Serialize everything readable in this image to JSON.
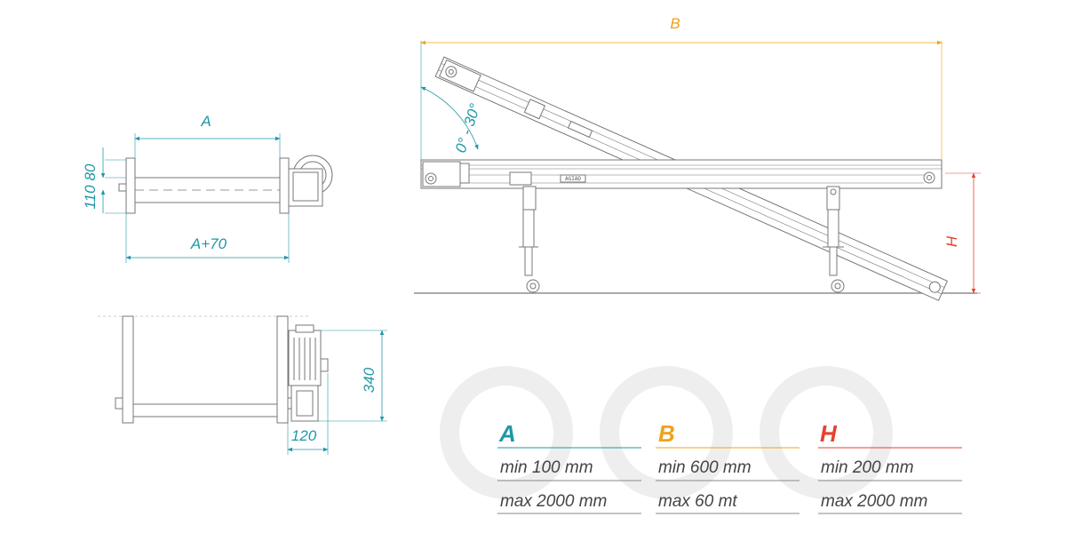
{
  "colors": {
    "teal": "#1f98a6",
    "orange": "#f0a21c",
    "red": "#e8402e",
    "line": "#777777",
    "ring": "#eeeeee"
  },
  "dimensions": {
    "A": "A",
    "A70": "A+70",
    "h80": "80",
    "h110": "110",
    "h340": "340",
    "w120": "120",
    "B": "B",
    "H": "H",
    "angle": "0° - 30°"
  },
  "plate_text": "AGIAD",
  "specs": [
    {
      "letter": "A",
      "min": "min 100 mm",
      "max": "max 2000 mm"
    },
    {
      "letter": "B",
      "min": "min 600 mm",
      "max": "max 60 mt"
    },
    {
      "letter": "H",
      "min": "min 200 mm",
      "max": "max 2000 mm"
    }
  ]
}
